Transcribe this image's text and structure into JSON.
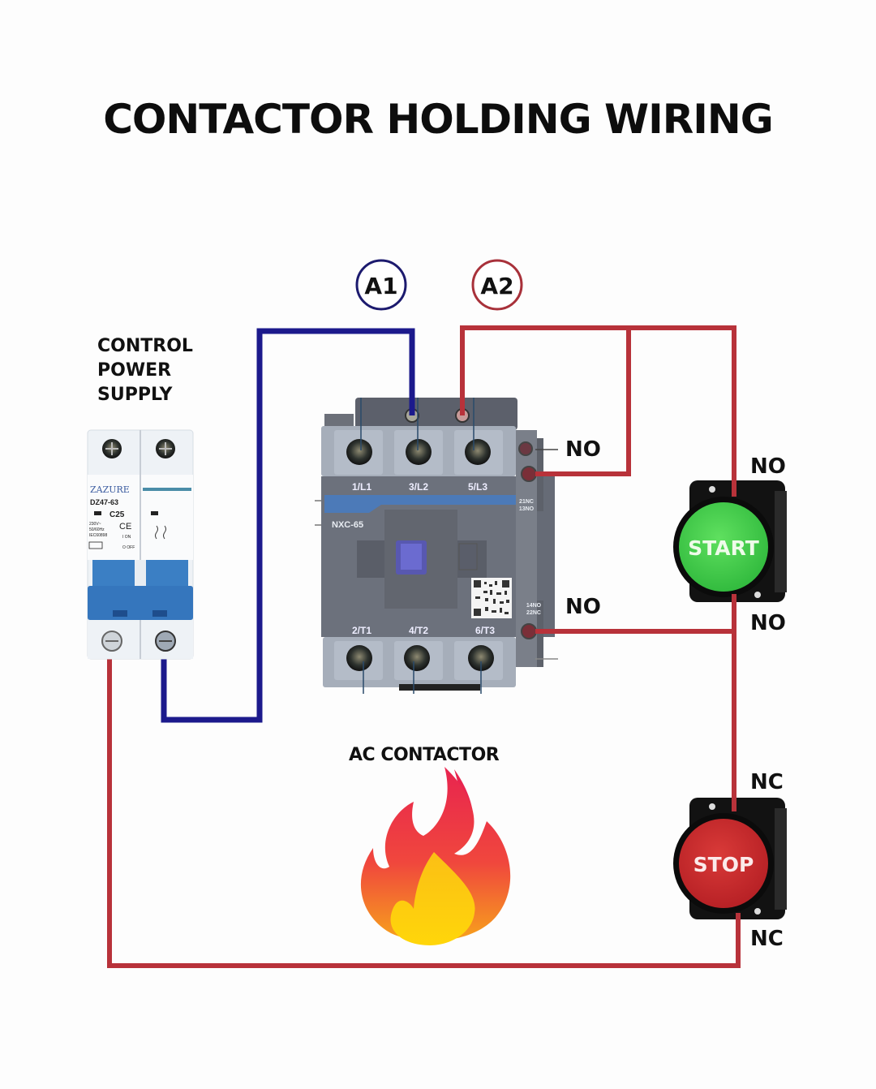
{
  "title": "CONTACTOR HOLDING WIRING",
  "colors": {
    "wire_blue": "#1c1a8c",
    "wire_red": "#b8323a",
    "start_green": "#3fc94a",
    "stop_red": "#c8282c",
    "breaker_blue": "#3b7fc4",
    "contactor_gray": "#6a6f7a"
  },
  "terminals": {
    "a1": "A1",
    "a2": "A2"
  },
  "power_supply": {
    "label_lines": [
      "CONTROL",
      "POWER",
      "SUPPLY"
    ],
    "brand": "ZAZURE",
    "model": "DZ47-63",
    "rating": "C25",
    "spec_lines": [
      "230V~",
      "50/60Hz",
      "IEC60898"
    ],
    "on_label": "I ON",
    "off_label": "O OFF",
    "ce_mark": "CE"
  },
  "contactor": {
    "model": "NXC-65",
    "top_terminals": [
      "1/L1",
      "3/L2",
      "5/L3"
    ],
    "bottom_terminals": [
      "2/T1",
      "4/T2",
      "6/T3"
    ],
    "aux_top": [
      "21NC",
      "13NO"
    ],
    "aux_bottom": [
      "14NO",
      "22NC"
    ],
    "aux_top_label": "NO",
    "aux_bottom_label": "NO",
    "caption": "AC CONTACTOR"
  },
  "start_button": {
    "label": "START",
    "top_contact": "NO",
    "bottom_contact": "NO"
  },
  "stop_button": {
    "label": "STOP",
    "top_contact": "NC",
    "bottom_contact": "NC"
  },
  "icons": {
    "fire": "fire-icon"
  }
}
